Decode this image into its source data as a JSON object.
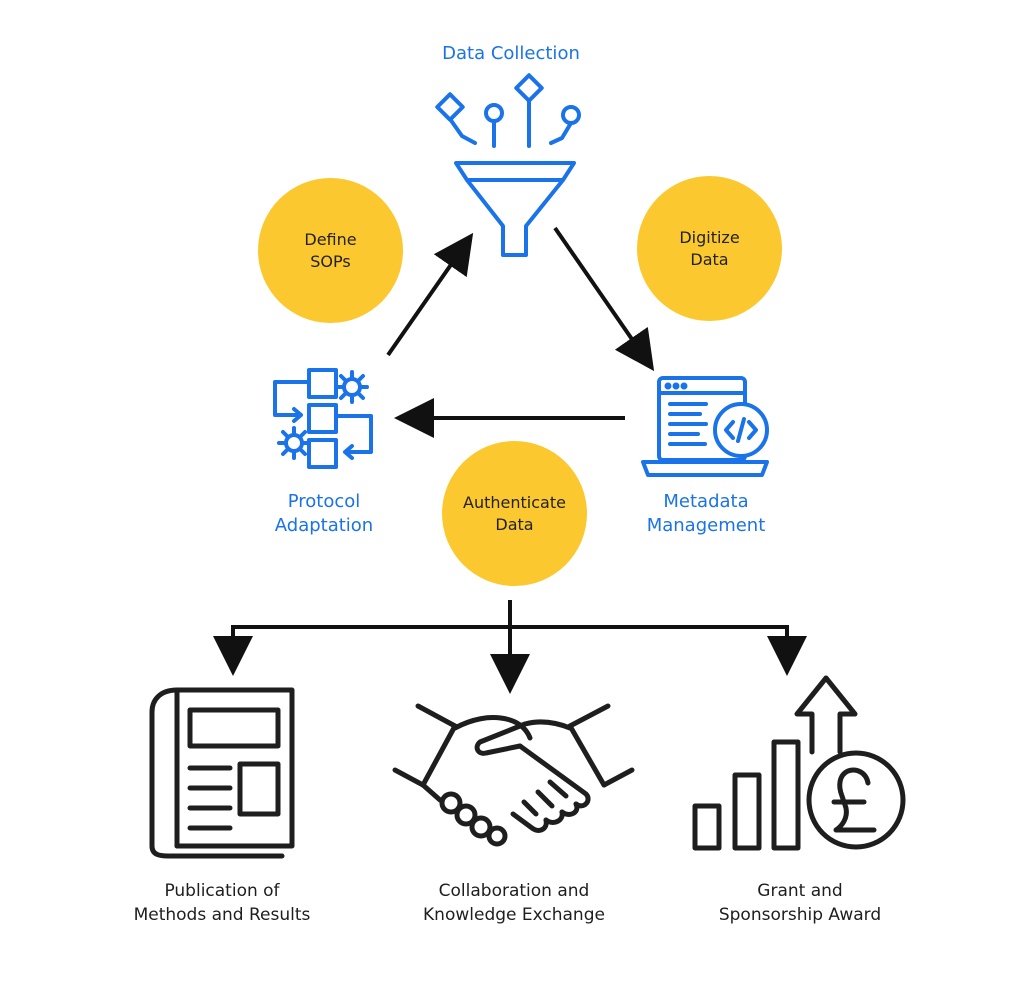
{
  "colors": {
    "accent_blue": "#1a73e8",
    "circle_yellow": "#fcc82f",
    "line_dark": "#111111"
  },
  "cycle": {
    "data_collection": {
      "label": "Data Collection",
      "icon": "funnel-icon"
    },
    "metadata_management": {
      "label": "Metadata\nManagement",
      "icon": "code-screen-icon"
    },
    "protocol_adaptation": {
      "label": "Protocol\nAdaptation",
      "icon": "workflow-gears-icon"
    }
  },
  "steps": {
    "define_sops": "Define\nSOPs",
    "digitize_data": "Digitize\nData",
    "authenticate_data": "Authenticate\nData"
  },
  "outcomes": [
    {
      "label": "Publication of\nMethods and Results",
      "icon": "newspaper-icon"
    },
    {
      "label": "Collaboration and\nKnowledge Exchange",
      "icon": "handshake-icon"
    },
    {
      "label": "Grant and\nSponsorship Award",
      "icon": "pound-growth-chart-icon"
    }
  ]
}
